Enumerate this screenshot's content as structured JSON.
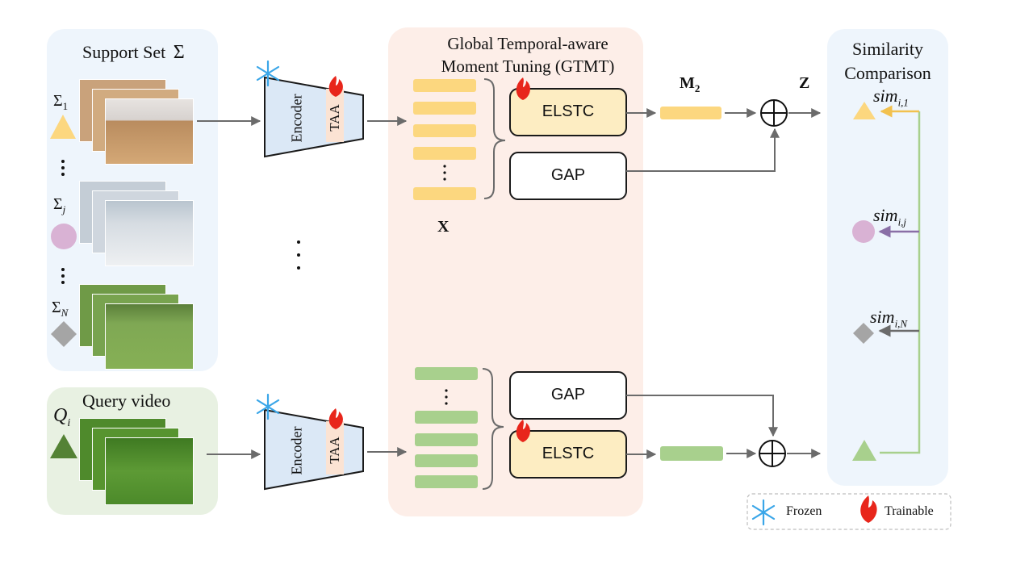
{
  "support_set": {
    "title": "Support Set",
    "sigma_symbol": "Σ",
    "items": [
      {
        "symbol": "Σ",
        "subscript": "1"
      },
      {
        "symbol": "Σ",
        "subscript": "j"
      },
      {
        "symbol": "Σ",
        "subscript": "N"
      }
    ]
  },
  "query": {
    "title": "Query video",
    "symbol": "Q",
    "subscript": "i"
  },
  "encoder": {
    "label": "Encoder",
    "adapter_label": "TAA"
  },
  "gtmt": {
    "title_line1": "Global Temporal-aware",
    "title_line2": "Moment Tuning (GTMT)",
    "x_label": "X",
    "elstc_label": "ELSTC",
    "gap_label": "GAP",
    "m2_label": "M",
    "m2_sub": "2",
    "z_label": "Z"
  },
  "similarity": {
    "title_line1": "Similarity",
    "title_line2": "Comparison",
    "items": [
      {
        "base": "sim",
        "sub": "i,1"
      },
      {
        "base": "sim",
        "sub": "i,j"
      },
      {
        "base": "sim",
        "sub": "i,N"
      }
    ]
  },
  "legend": {
    "frozen": "Frozen",
    "trainable": "Trainable"
  },
  "colors": {
    "support_bg": "#eef5fc",
    "query_bg": "#e8f1e2",
    "gtmt_bg": "#fdeee8",
    "sim_bg": "#eef5fc",
    "encoder_fill": "#dbe8f6",
    "taa_fill": "#fbe3d3",
    "yellow": "#fcd77f",
    "green": "#a8d08d",
    "purple": "#8a6fa6",
    "pink": "#d9b2d4",
    "gray_diamond": "#a5a5a5",
    "dark_green": "#548235"
  }
}
